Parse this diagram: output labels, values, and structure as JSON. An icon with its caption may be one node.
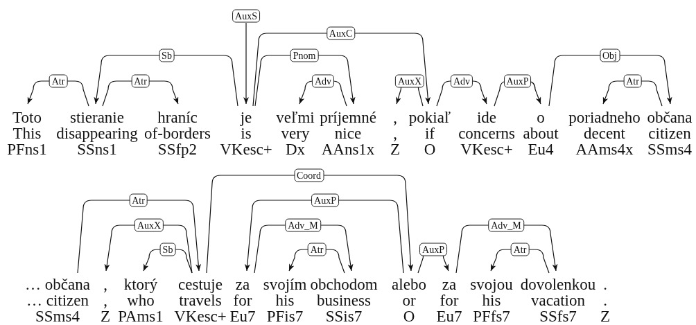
{
  "diagram": {
    "nodes": [
      {
        "text": [
          "Toto",
          "This",
          "PFns1"
        ]
      },
      {
        "text": [
          "stieranie",
          "disappearing",
          "SSns1"
        ]
      },
      {
        "text": [
          "hraníc",
          "of-borders",
          "SSfp2"
        ]
      },
      {
        "text": [
          "je",
          "is",
          "VKesc+"
        ]
      },
      {
        "text": [
          "veľmi",
          "very",
          "Dx"
        ]
      },
      {
        "text": [
          "príjemné",
          "nice",
          "AAns1x"
        ]
      },
      {
        "text": [
          ",",
          ",",
          "Z"
        ]
      },
      {
        "text": [
          "pokiaľ",
          "if",
          "O"
        ]
      },
      {
        "text": [
          "ide",
          "concerns",
          "VKesc+"
        ]
      },
      {
        "text": [
          "o",
          "about",
          "Eu4"
        ]
      },
      {
        "text": [
          "poriadneho",
          "decent",
          "AAms4x"
        ]
      },
      {
        "text": [
          "občana",
          "citizen",
          "SSms4"
        ]
      },
      {
        "text": [
          "… občana",
          "… citizen",
          "SSms4"
        ]
      },
      {
        "text": [
          ",",
          ",",
          "Z"
        ]
      },
      {
        "text": [
          "ktorý",
          "who",
          "PAms1"
        ]
      },
      {
        "text": [
          "cestuje",
          "travels",
          "VKesc+"
        ]
      },
      {
        "text": [
          "za",
          "for",
          "Eu7"
        ]
      },
      {
        "text": [
          "svojím",
          "his",
          "PFis7"
        ]
      },
      {
        "text": [
          "obchodom",
          "business",
          "SSis7"
        ]
      },
      {
        "text": [
          "alebo",
          "or",
          "O"
        ]
      },
      {
        "text": [
          "za",
          "for",
          "Eu7"
        ]
      },
      {
        "text": [
          "svojou",
          "his",
          "PFfs7"
        ]
      },
      {
        "text": [
          "dovolenkou",
          "vacation",
          "SSfs7"
        ]
      },
      {
        "text": [
          ".",
          ".",
          "Z"
        ]
      }
    ],
    "edges": [
      {
        "from": 1,
        "to": 0,
        "arrow": "to",
        "label": "Atr"
      },
      {
        "from": 1,
        "to": 2,
        "arrow": "to",
        "label": "Atr"
      },
      {
        "from": 3,
        "to": 1,
        "arrow": "to",
        "label": "Sb"
      },
      {
        "from": null,
        "to": 3,
        "arrow": "to",
        "label": "AuxS"
      },
      {
        "from": 3,
        "to": 7,
        "arrow": "to",
        "label": "AuxC"
      },
      {
        "from": 3,
        "to": 5,
        "arrow": "to",
        "label": "Pnom"
      },
      {
        "from": 5,
        "to": 4,
        "arrow": "to",
        "label": "Adv"
      },
      {
        "from": 7,
        "to": 6,
        "arrow": "to",
        "label": "AuxX"
      },
      {
        "from": 7,
        "to": 8,
        "arrow": "to",
        "label": "Adv"
      },
      {
        "from": 8,
        "to": 9,
        "arrow": "to",
        "label": "AuxP"
      },
      {
        "from": 9,
        "to": 11,
        "arrow": "to",
        "label": "Obj"
      },
      {
        "from": 11,
        "to": 10,
        "arrow": "to",
        "label": "Atr"
      },
      {
        "from": 12,
        "to": 15,
        "arrow": "to",
        "label": "Atr"
      },
      {
        "from": 15,
        "to": 13,
        "arrow": "to",
        "label": "AuxX"
      },
      {
        "from": 15,
        "to": 14,
        "arrow": "to",
        "label": "Sb"
      },
      {
        "from": 15,
        "to": 19,
        "arrow": "to",
        "label": "Coord"
      },
      {
        "from": 19,
        "to": 16,
        "arrow": "to",
        "label": "AuxP"
      },
      {
        "from": 16,
        "to": 18,
        "arrow": "to",
        "label": "Adv_M"
      },
      {
        "from": 18,
        "to": 17,
        "arrow": "to",
        "label": "Atr"
      },
      {
        "from": 19,
        "to": 20,
        "arrow": "to",
        "label": "AuxP"
      },
      {
        "from": 20,
        "to": 22,
        "arrow": "to",
        "label": "Adv_M"
      },
      {
        "from": 22,
        "to": 21,
        "arrow": "to",
        "label": "Atr"
      }
    ]
  }
}
